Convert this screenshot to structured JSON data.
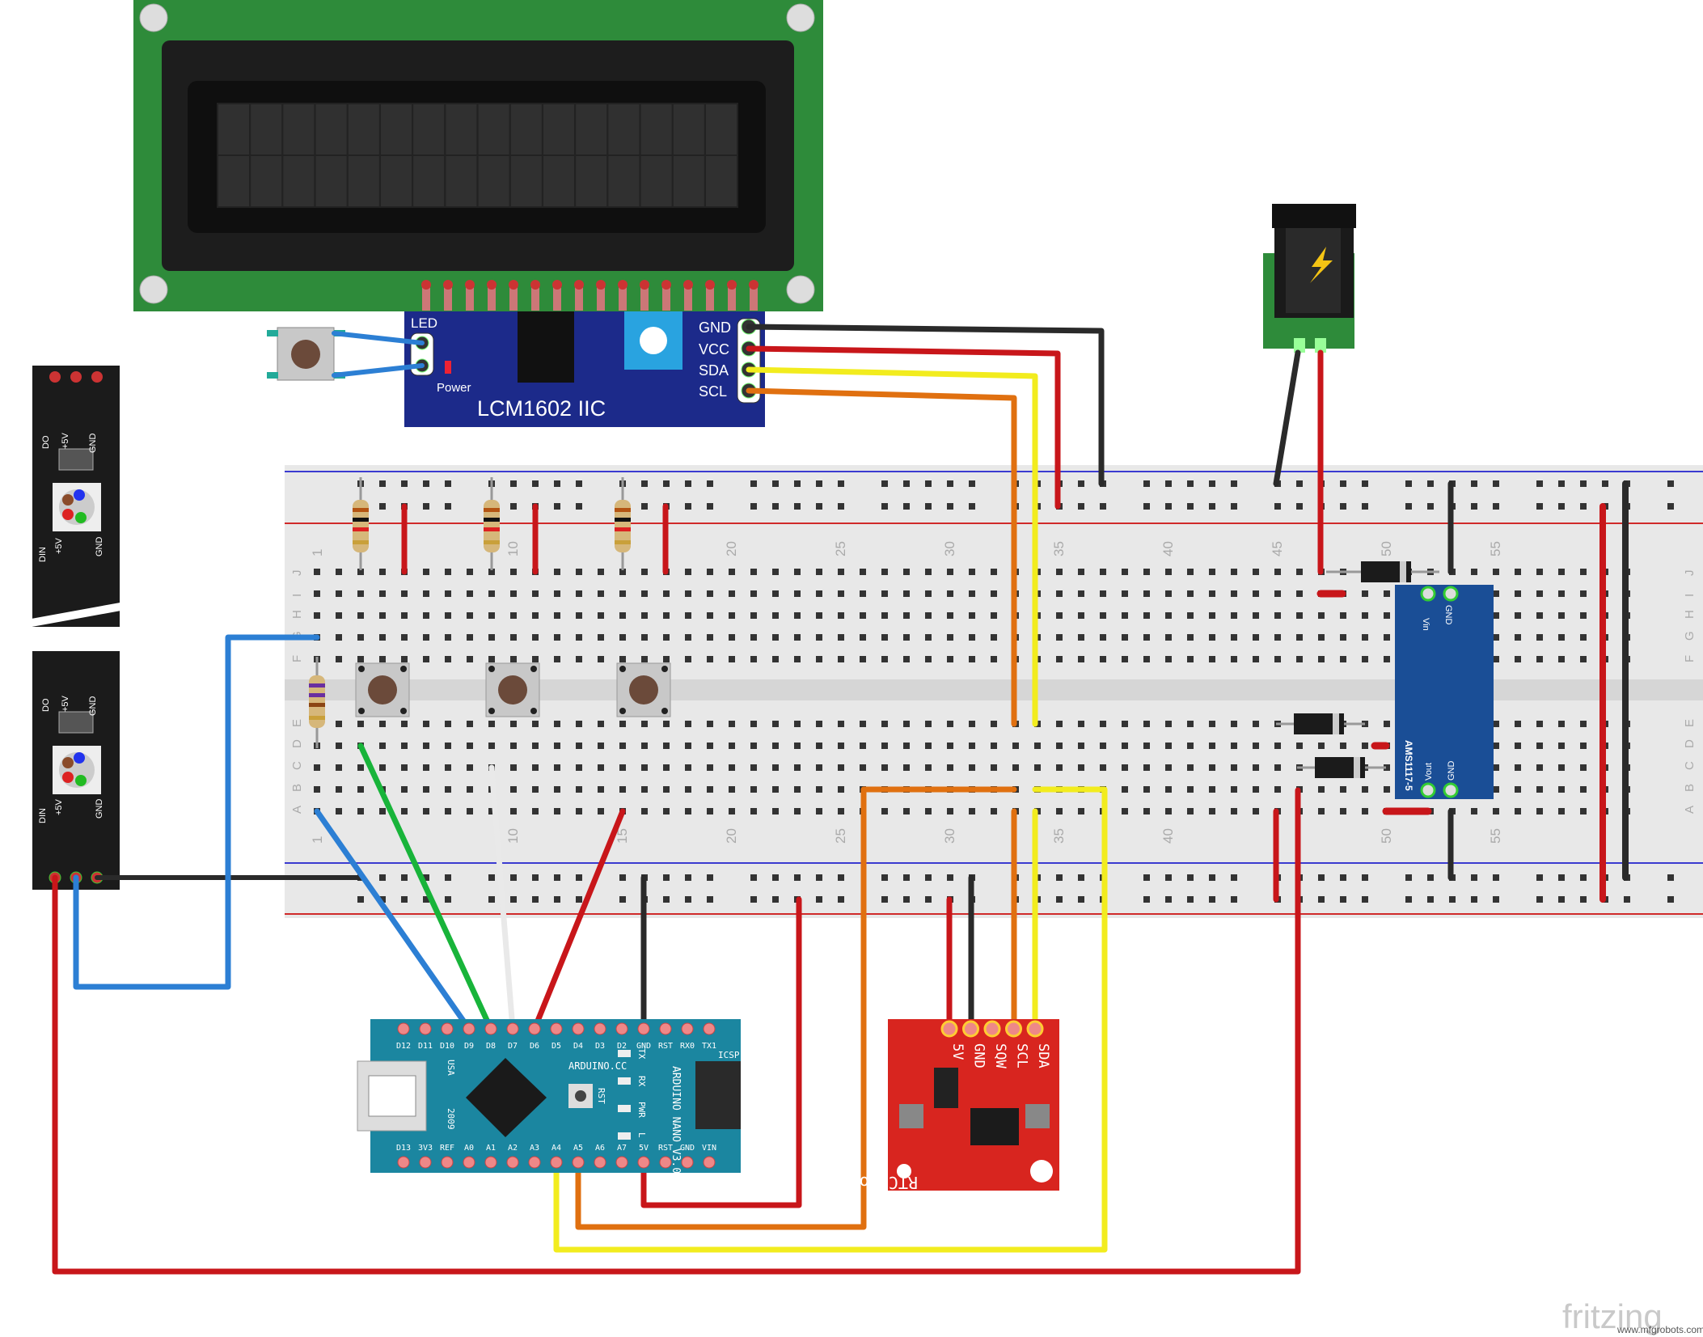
{
  "lcd": {
    "label": "LCM1602 IIC",
    "led": "LED",
    "power": "Power",
    "pins": [
      "GND",
      "VCC",
      "SDA",
      "SCL"
    ]
  },
  "strip": {
    "do": "DO",
    "v5": "+5V",
    "gnd": "GND",
    "din": "DIN"
  },
  "breadboard": {
    "top_numbers": [
      "1",
      "10",
      "20",
      "25",
      "30",
      "35",
      "40",
      "45",
      "50",
      "55"
    ],
    "bottom_numbers": [
      "1",
      "10",
      "15",
      "20",
      "25",
      "30",
      "35",
      "40",
      "50",
      "55"
    ],
    "rows_top": [
      "J",
      "I",
      "H",
      "G",
      "F"
    ],
    "rows_bottom": [
      "E",
      "D",
      "C",
      "B",
      "A"
    ]
  },
  "regulator": {
    "label": "AMS1117-5",
    "vin": "Vin",
    "gnd": "GND",
    "vout": "Vout"
  },
  "nano": {
    "brand": "ARDUINO.CC",
    "model": "ARDUINO NANO V3.0",
    "usa": "USA",
    "year": "2009",
    "icsp": "ICSP",
    "rst": "RST",
    "leds": [
      "TX",
      "RX",
      "PWR",
      "L"
    ],
    "top_pins": [
      "D12",
      "D11",
      "D10",
      "D9",
      "D8",
      "D7",
      "D6",
      "D5",
      "D4",
      "D3",
      "D2",
      "GND",
      "RST",
      "RX0",
      "TX1"
    ],
    "bottom_pins": [
      "D13",
      "3V3",
      "REF",
      "A0",
      "A1",
      "A2",
      "A3",
      "A4",
      "A5",
      "A6",
      "A7",
      "5V",
      "RST",
      "GND",
      "VIN"
    ]
  },
  "rtc": {
    "label": "RTC Module",
    "pins": [
      "5V",
      "GND",
      "SQW",
      "SCL",
      "SDA"
    ]
  },
  "watermark": {
    "logo": "fritzing",
    "site": "www.mfgrobots.com"
  },
  "colors": {
    "lcd_green": "#2e8b3a",
    "i2c_blue": "#1c2a8a",
    "nano_teal": "#1b86a0",
    "rtc_red": "#d8251f",
    "wire_red": "#c8161a",
    "wire_black": "#2a2a2a",
    "wire_yellow": "#f2ec1e",
    "wire_orange": "#e07010",
    "wire_blue": "#2c7fd4",
    "wire_green": "#18b43a",
    "wire_white": "#e9e9e9"
  }
}
